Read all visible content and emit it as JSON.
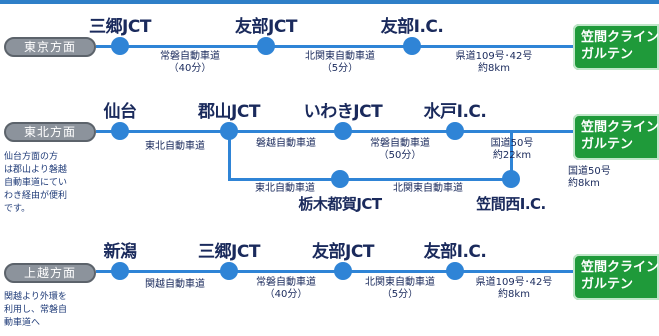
{
  "sections": [
    {
      "label": "東京方面",
      "note": "",
      "stations": [
        "三郷JCT",
        "友部JCT",
        "友部I.C."
      ],
      "segments": [
        "常磐自動車道\n（40分）",
        "北関東自動車道\n（5分）",
        "県道109号･42号\n約8km"
      ],
      "destination": "笠間クライン\nガルテン"
    },
    {
      "label": "東北方面",
      "note": "仙台方面の方\nは郡山より磐越\n自動車道にてい\nわき経由が便利\nです。",
      "stations": [
        "仙台",
        "郡山JCT",
        "いわきJCT",
        "水戸I.C."
      ],
      "segments": [
        "東北自動車道",
        "磐越自動車道",
        "常磐自動車道\n（50分）",
        "国道50号\n約22km"
      ],
      "lower_stations": [
        "栃木都賀JCT",
        "笠間西I.C."
      ],
      "lower_segments": [
        "東北自動車道",
        "北関東自動車道"
      ],
      "final_segment": "国道50号\n約8km",
      "destination": "笠間クライン\nガルテン"
    },
    {
      "label": "上越方面",
      "note": "関越より外環を\n利用し、常磐自\n動車道へ",
      "stations": [
        "新潟",
        "三郷JCT",
        "友部JCT",
        "友部I.C."
      ],
      "segments": [
        "関越自動車道",
        "常磐自動車道\n（40分）",
        "北関東自動車道\n（5分）",
        "県道109号･42号\n約8km"
      ],
      "destination": "笠間クライン\nガルテン"
    }
  ],
  "colors": {
    "route": "#2f84d6",
    "destination": "#1f9a3a",
    "label_pill": "#8c939c",
    "text": "#1a2a5c"
  }
}
